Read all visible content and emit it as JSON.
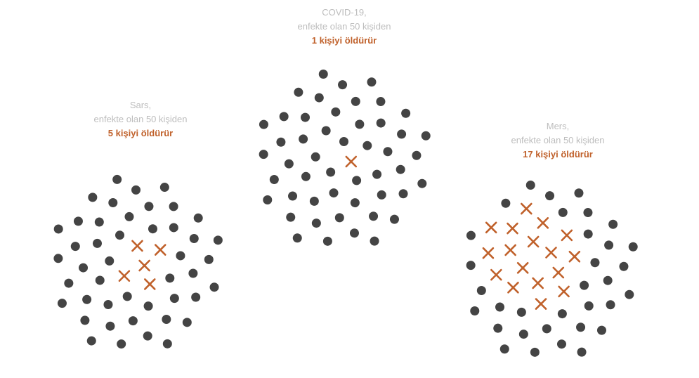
{
  "palette": {
    "dot": "#444444",
    "cross": "#c0612b",
    "caption": "#bdbdbd"
  },
  "groups": [
    {
      "id": "covid",
      "line1": "COVID-19,",
      "line2": "enfekte olan 50 kişiden",
      "kill_text": "1 kişiyi öldürür",
      "total": 50,
      "deaths": 1
    },
    {
      "id": "sars",
      "line1": "Sars,",
      "line2": "enfekte olan 50 kişiden",
      "kill_text": "5 kişiyi öldürür",
      "total": 50,
      "deaths": 5
    },
    {
      "id": "mers",
      "line1": "Mers,",
      "line2": "enfekte olan 50 kişiden",
      "kill_text": "17 kişiyi öldürür",
      "total": 50,
      "deaths": 17
    }
  ]
}
